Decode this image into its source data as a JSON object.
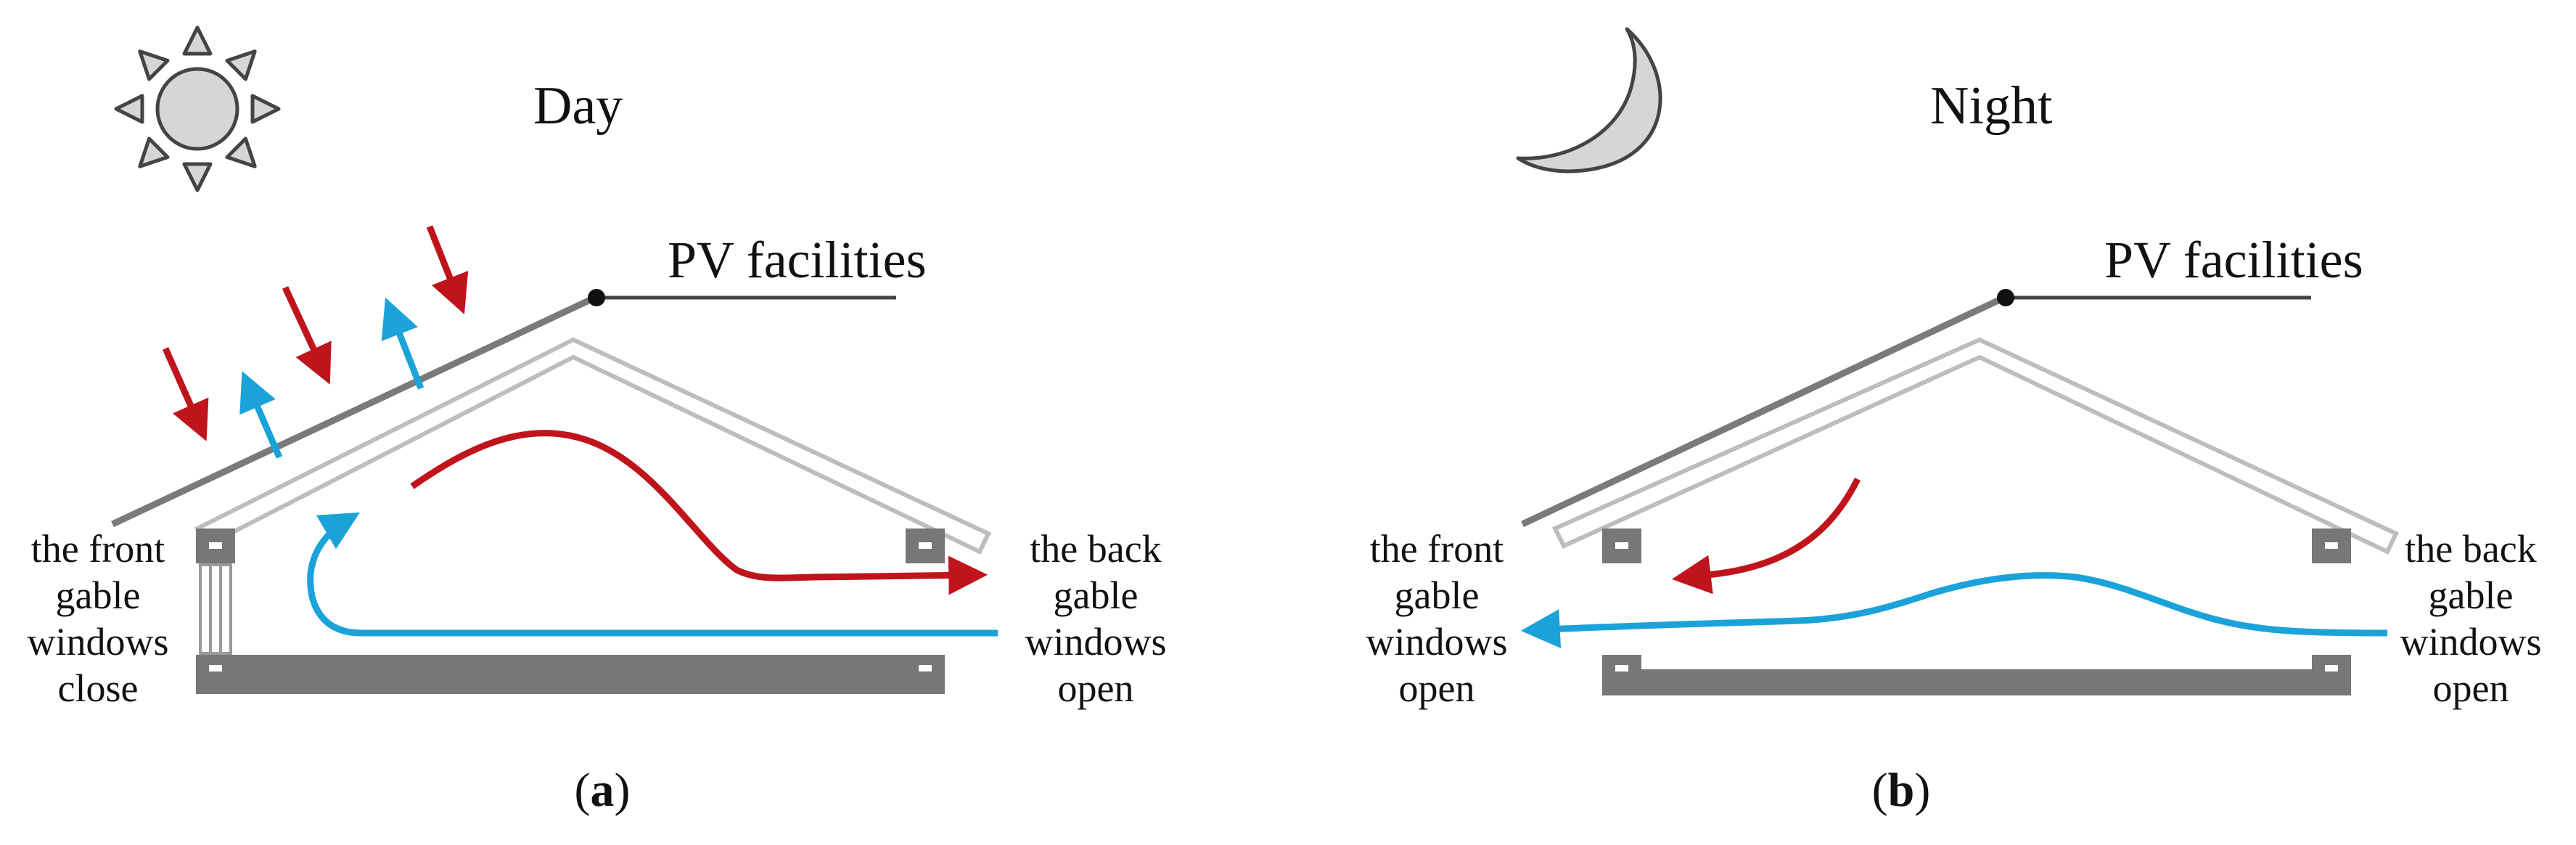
{
  "colors": {
    "heat_arrow": "#c0141c",
    "air_arrow": "#1ba3d9",
    "structure": "#777777",
    "pv_panel": "#7a7a7a",
    "roof_outline": "#bdbdbd",
    "text": "#111111"
  },
  "panels": [
    {
      "id": "a",
      "title": "Day",
      "icon": "sun-icon",
      "pv_label": "PV facilities",
      "left_label": [
        "the front",
        "gable",
        "windows",
        "close"
      ],
      "right_label": [
        "the back",
        "gable",
        "windows",
        "open"
      ],
      "caption": {
        "open": "(",
        "letter": "a",
        "close": ")"
      }
    },
    {
      "id": "b",
      "title": "Night",
      "icon": "moon-icon",
      "pv_label": "PV facilities",
      "left_label": [
        "the front",
        "gable",
        "windows",
        "open"
      ],
      "right_label": [
        "the back",
        "gable",
        "windows",
        "open"
      ],
      "caption": {
        "open": "(",
        "letter": "b",
        "close": ")"
      }
    }
  ]
}
